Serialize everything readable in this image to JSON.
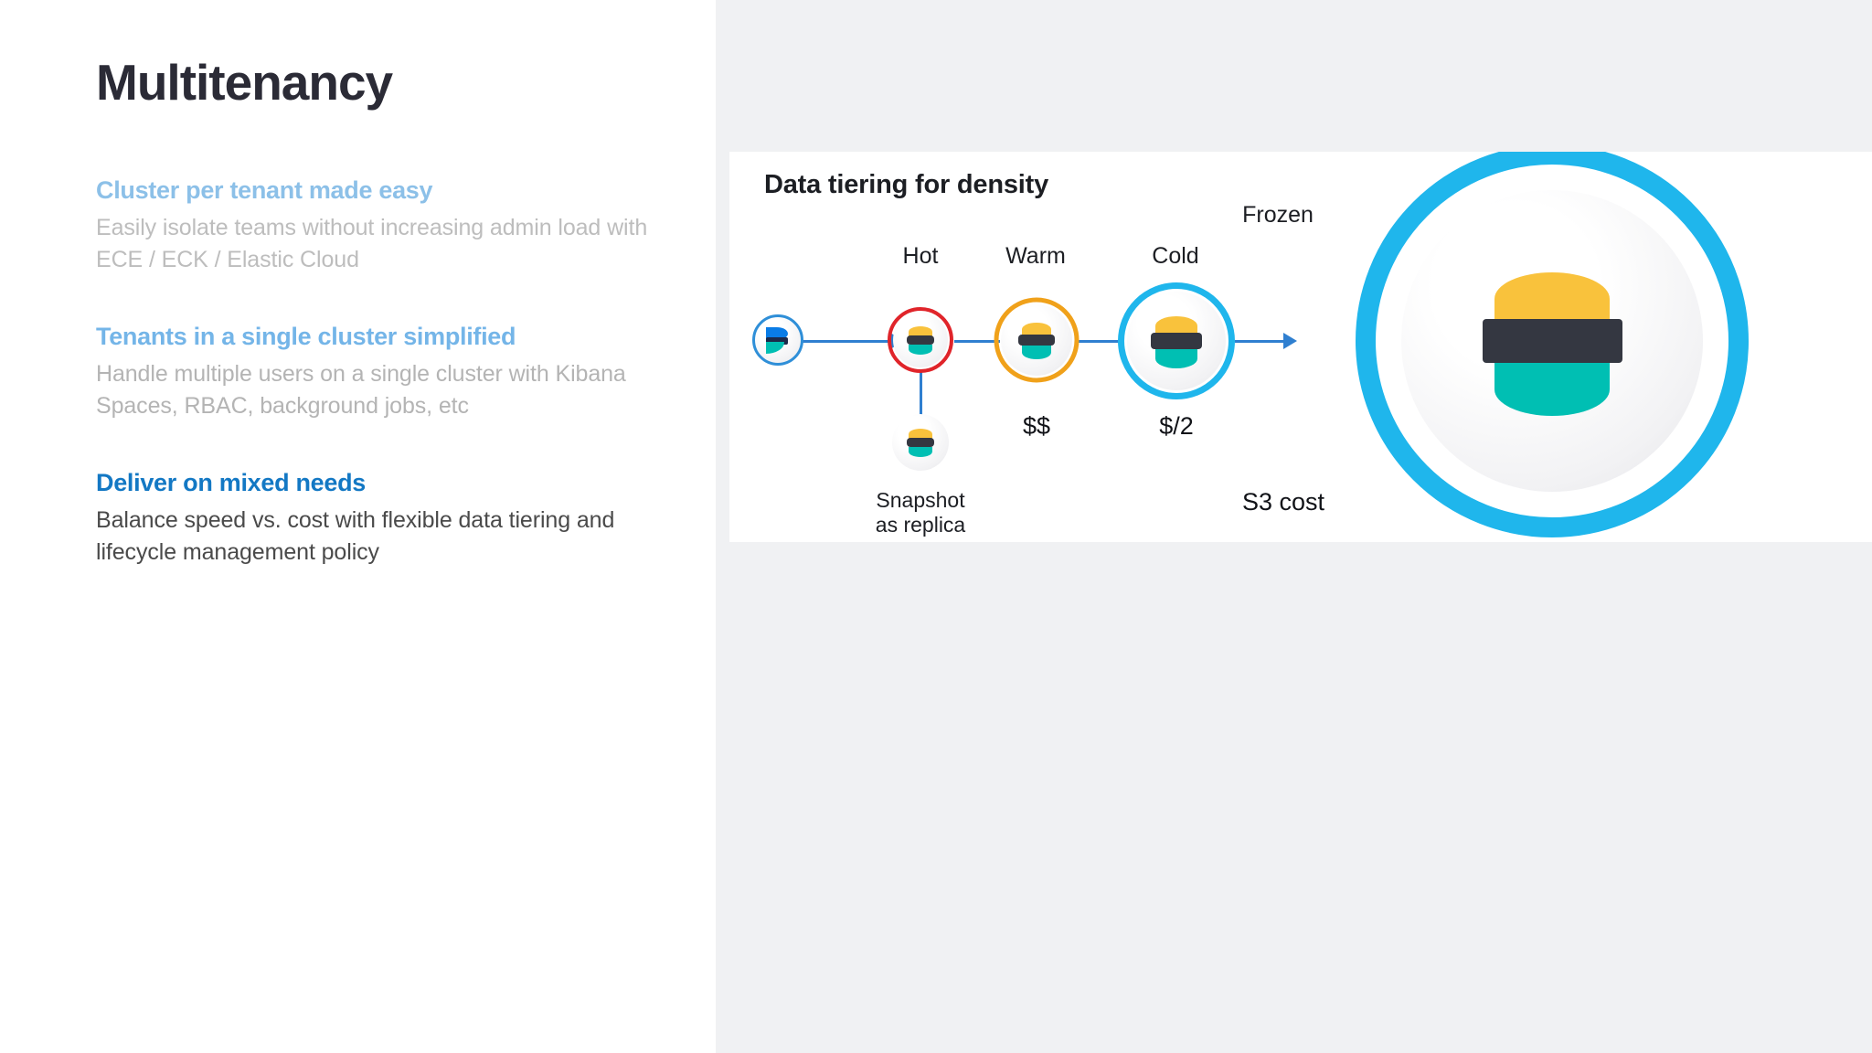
{
  "slide": {
    "title": "Multitenancy",
    "title_color": "#2b2b36",
    "background": "#ffffff",
    "right_panel_background": "#f0f1f3"
  },
  "bullets": [
    {
      "heading": "Cluster per tenant made easy",
      "heading_color": "#8cc0e8",
      "body": "Easily isolate teams without increasing admin load with ECE / ECK / Elastic Cloud",
      "body_color": "#bdbdbd"
    },
    {
      "heading": "Tenants in a single cluster simplified",
      "heading_color": "#74b5e8",
      "body": "Handle multiple users on a single cluster with Kibana Spaces, RBAC, background jobs, etc",
      "body_color": "#b4b4b4"
    },
    {
      "heading": "Deliver on mixed needs",
      "heading_color": "#1378c4",
      "body": "Balance speed vs. cost with flexible data tiering and lifecycle management policy",
      "body_color": "#4a4a4a"
    }
  ],
  "diagram": {
    "title": "Data tiering for density",
    "tier_labels": [
      "Hot",
      "Warm",
      "Cold",
      "Frozen"
    ],
    "cost_labels": [
      "$$",
      "$/2",
      "S3 cost"
    ],
    "snapshot_caption": "Snapshot\nas replica",
    "nodes": [
      {
        "name": "source",
        "icon": "elastic-source-logo",
        "ring_color": "#2f8fd8"
      },
      {
        "name": "hot",
        "icon": "elasticsearch-logo",
        "ring_color": "#e0242a"
      },
      {
        "name": "warm",
        "icon": "elasticsearch-logo",
        "ring_color": "#f0a11a"
      },
      {
        "name": "cold",
        "icon": "elasticsearch-logo",
        "ring_color": "#1fb6ec"
      },
      {
        "name": "frozen",
        "icon": "elasticsearch-logo",
        "ring_color": "#1fb6ec"
      },
      {
        "name": "snapshot",
        "icon": "elasticsearch-logo",
        "ring_color": "none"
      }
    ],
    "connector_color": "#2f7fd0"
  }
}
